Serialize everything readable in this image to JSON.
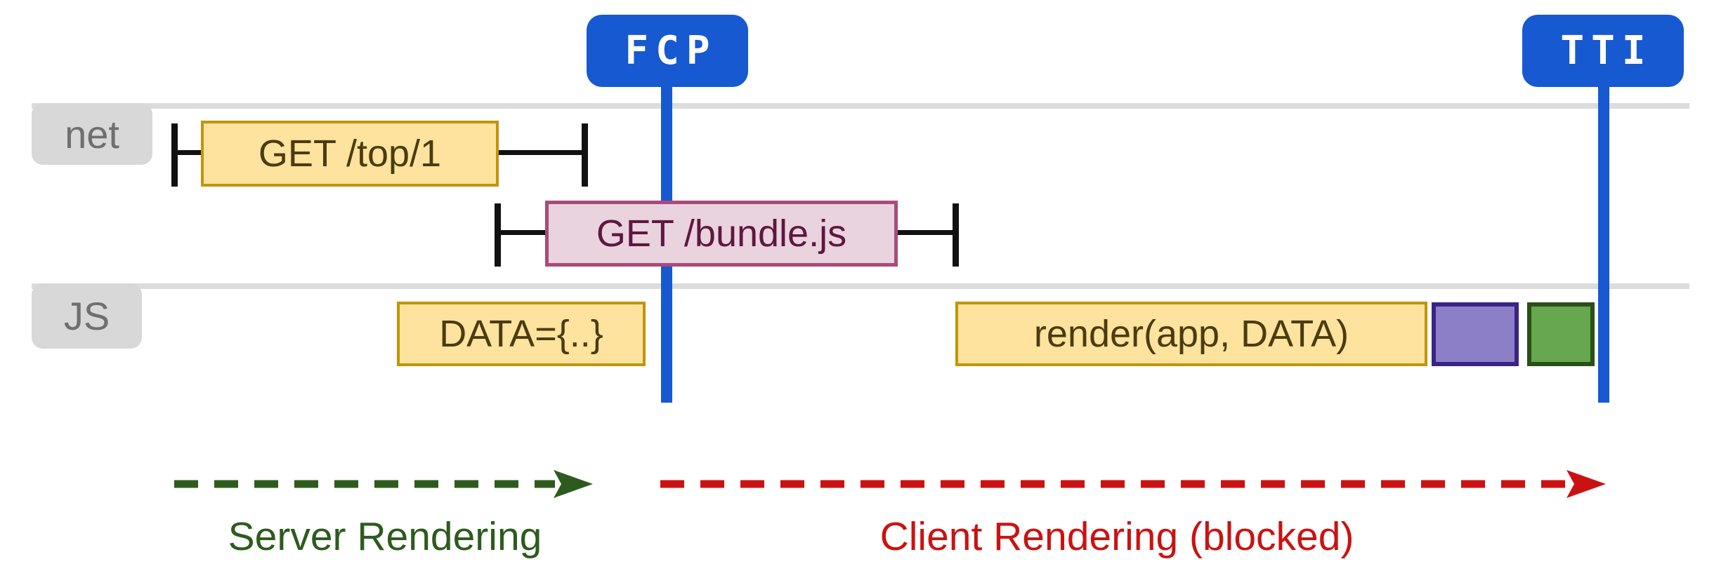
{
  "markers": {
    "fcp": {
      "label": "FCP"
    },
    "tti": {
      "label": "TTI"
    }
  },
  "lanes": {
    "net": {
      "label": "net"
    },
    "js": {
      "label": "JS"
    }
  },
  "tasks": {
    "get_top": {
      "label": "GET /top/1",
      "lane": "net"
    },
    "get_bundle": {
      "label": "GET /bundle.js",
      "lane": "net"
    },
    "data": {
      "label": "DATA={..}",
      "lane": "JS"
    },
    "render": {
      "label": "render(app, DATA)",
      "lane": "JS"
    },
    "style": {
      "label": "",
      "lane": "JS"
    },
    "paint": {
      "label": "",
      "lane": "JS"
    }
  },
  "phases": {
    "server": {
      "label": "Server Rendering"
    },
    "client": {
      "label": "Client Rendering (blocked)"
    }
  },
  "colors": {
    "marker_blue": "#1659d1",
    "lane_gray": "#dcdcdc",
    "tab_gray": "#d8d8d8",
    "task_yellow_fill": "#fde39d",
    "task_yellow_border": "#c2940c",
    "task_pink_fill": "#e9d3de",
    "task_pink_border": "#a94b78",
    "task_purple_fill": "#8c7fc8",
    "task_purple_border": "#3a2386",
    "task_green_fill": "#67a74f",
    "task_green_border": "#2a4f18",
    "server_green": "#2d5b1e",
    "client_red": "#cb1212",
    "whisker_black": "#111111"
  }
}
